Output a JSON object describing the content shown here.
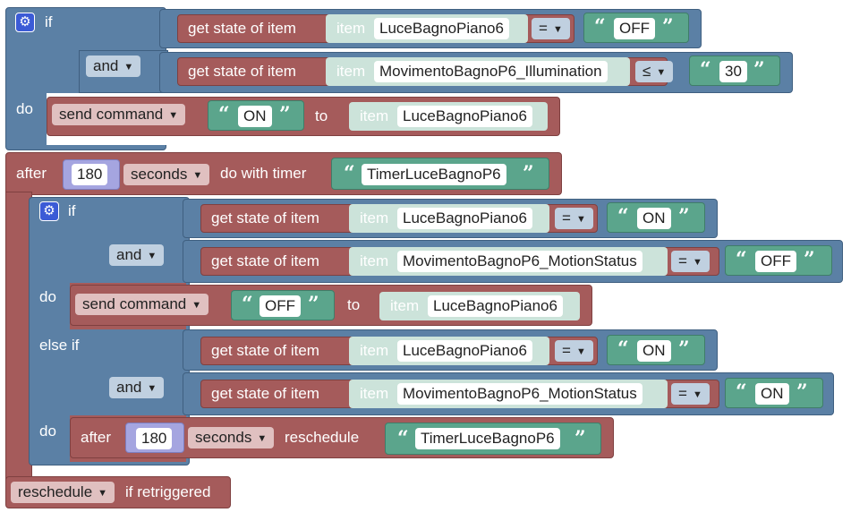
{
  "if_block": {
    "kw_if": "if",
    "kw_and": "and",
    "kw_do": "do",
    "cond1": {
      "label": "get state of item",
      "item_kw": "item",
      "item_name": "LuceBagnoPiano6",
      "op": "=",
      "value": "OFF"
    },
    "cond2": {
      "label": "get state of item",
      "item_kw": "item",
      "item_name": "MovimentoBagnoP6_Illumination",
      "op": "≤",
      "value": "30"
    },
    "cmd": {
      "label": "send command",
      "value": "ON",
      "to": "to",
      "item_kw": "item",
      "item_name": "LuceBagnoPiano6"
    }
  },
  "timer": {
    "after": "after",
    "value": "180",
    "unit": "seconds",
    "do_with_timer": "do with timer",
    "name": "TimerLuceBagnoP6"
  },
  "inner_if": {
    "kw_if": "if",
    "kw_and": "and",
    "kw_do": "do",
    "kw_else_if": "else if",
    "cond1": {
      "label": "get state of item",
      "item_kw": "item",
      "item_name": "LuceBagnoPiano6",
      "op": "=",
      "value": "ON"
    },
    "cond2": {
      "label": "get state of item",
      "item_kw": "item",
      "item_name": "MovimentoBagnoP6_MotionStatus",
      "op": "=",
      "value": "OFF"
    },
    "cmd": {
      "label": "send command",
      "value": "OFF",
      "to": "to",
      "item_kw": "item",
      "item_name": "LuceBagnoPiano6"
    },
    "cond3": {
      "label": "get state of item",
      "item_kw": "item",
      "item_name": "LuceBagnoPiano6",
      "op": "=",
      "value": "ON"
    },
    "cond4": {
      "label": "get state of item",
      "item_kw": "item",
      "item_name": "MovimentoBagnoP6_MotionStatus",
      "op": "=",
      "value": "ON"
    },
    "resched": {
      "after": "after",
      "value": "180",
      "unit": "seconds",
      "reschedule": "reschedule",
      "name": "TimerLuceBagnoP6"
    }
  },
  "footer": {
    "mode": "reschedule",
    "suffix": "if retriggered"
  },
  "icons": {
    "gear": "gear-icon",
    "dropdown": "dropdown-arrow-icon",
    "quote_open": "open-quote-icon",
    "quote_close": "close-quote-icon"
  },
  "colors": {
    "logic": "#5b80a5",
    "openhab": "#a55b5b",
    "text": "#5ba58c",
    "number": "#a5a5e0"
  }
}
